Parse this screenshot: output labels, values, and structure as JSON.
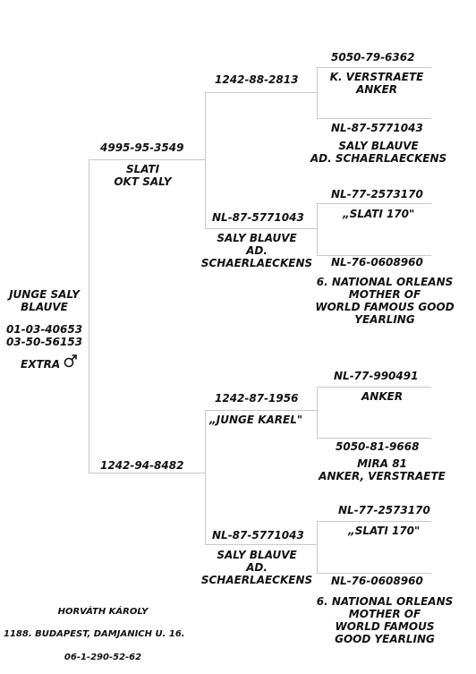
{
  "subject": {
    "name_line1": "JUNGE SALY",
    "name_line2": "BLAUVE",
    "ring1": "01-03-40653",
    "ring2": "03-50-56153",
    "note": "EXTRA"
  },
  "father": {
    "ring": "4995-95-3549",
    "name_line1": "SLATI",
    "name_line2": "OKT SALY"
  },
  "mother": {
    "ring": "1242-94-8482"
  },
  "ff": {
    "ring": "1242-88-2813"
  },
  "fm": {
    "ring": "NL-87-5771043",
    "name_line1": "SALY BLAUVE",
    "name_line2": "AD.",
    "name_line3": "SCHAERLAECKENS"
  },
  "mf": {
    "ring": "1242-87-1956",
    "name": "„JUNGE KAREL\""
  },
  "mm": {
    "ring": "NL-87-5771043",
    "name_line1": "SALY BLAUVE",
    "name_line2": "AD.",
    "name_line3": "SCHAERLAECKENS"
  },
  "fff": {
    "ring": "5050-79-6362",
    "name_line1": "K. VERSTRAETE",
    "name_line2": "ANKER"
  },
  "ffm": {
    "ring": "NL-87-5771043",
    "name_line1": "SALY BLAUVE",
    "name_line2": "AD. SCHAERLAECKENS"
  },
  "fmf": {
    "ring": "NL-77-2573170",
    "name": "„SLATI 170\""
  },
  "fmm": {
    "ring": "NL-76-0608960",
    "name_line1": "6. NATIONAL ORLEANS",
    "name_line2": "MOTHER OF",
    "name_line3": "WORLD FAMOUS GOOD",
    "name_line4": "YEARLING"
  },
  "mff": {
    "ring": "NL-77-990491",
    "name": "ANKER"
  },
  "mfm": {
    "ring": "5050-81-9668",
    "name_line1": "MIRA 81",
    "name_line2": "ANKER, VERSTRAETE"
  },
  "mmf": {
    "ring": "NL-77-2573170",
    "name": "„SLATI 170\""
  },
  "mmm": {
    "ring": "NL-76-0608960",
    "name_line1": "6. NATIONAL ORLEANS",
    "name_line2": "MOTHER OF",
    "name_line3": "WORLD FAMOUS",
    "name_line4": "GOOD YEARLING"
  },
  "breeder": {
    "name": "HORVÁTH KÁROLY",
    "address": "1188. BUDAPEST, DAMJANICH U. 16.",
    "phone": "06-1-290-52-62"
  },
  "colors": {
    "line": "#c8c8c8",
    "text": "#111111"
  },
  "icons": {
    "sex": "male-symbol-icon"
  }
}
